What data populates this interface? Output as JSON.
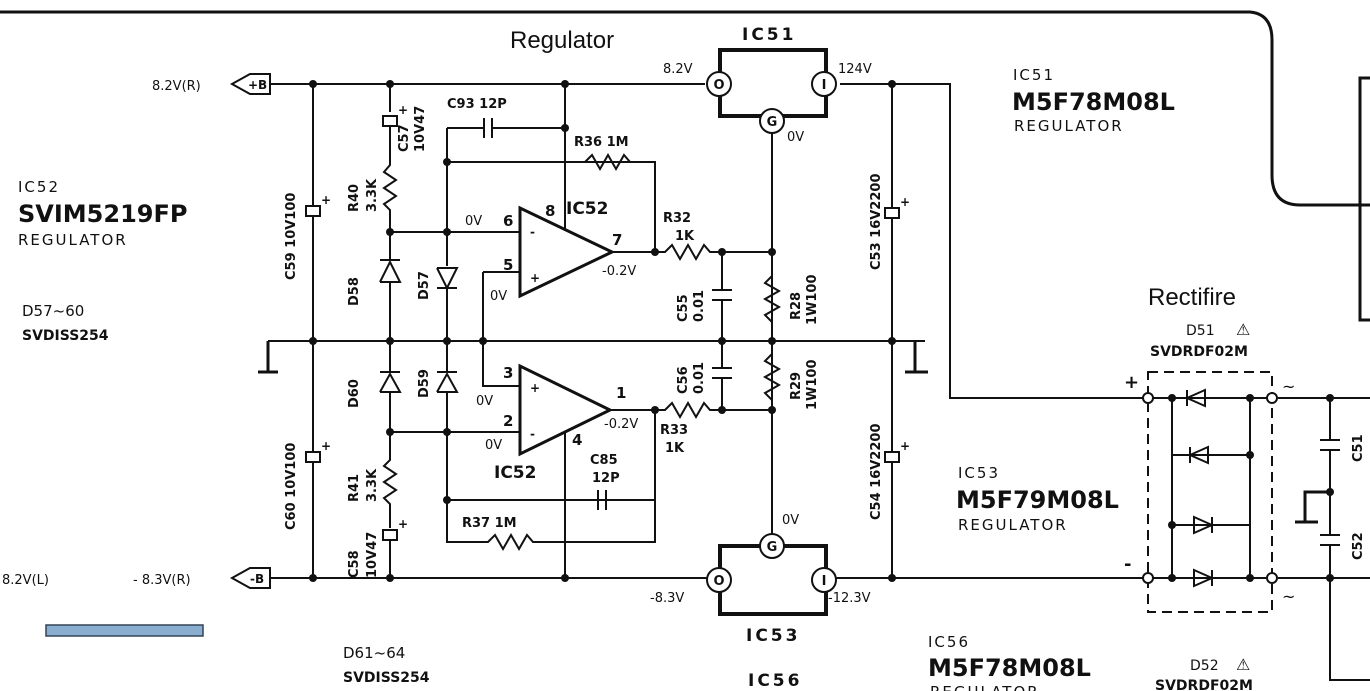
{
  "labels": {
    "regulator_title": "Regulator",
    "rectifire_title": "Rectifire",
    "ic51_top": "IC51",
    "ic53_bottom": "IC53",
    "ic56_bottom": "IC56",
    "v_82_in": "8.2V",
    "v_124": "124V",
    "v_0_ic51": "0V",
    "v_0_ic53": "0V",
    "v_m83": "-8.3V",
    "v_m123": "-12.3V",
    "v_0_pin6": "0V",
    "v_0_pin5": "0V",
    "v_0_pin3": "0V",
    "v_0_pin2": "0V",
    "v_m02_a": "-0.2V",
    "v_m02_b": "-0.2V",
    "pin8": "8",
    "pin6": "6",
    "pin5": "5",
    "pin7": "7",
    "pin3": "3",
    "pin2": "2",
    "pin1": "1",
    "pin4": "4",
    "ic52_upper": "IC52",
    "ic52_lower": "IC52",
    "c93": "C93  12P",
    "r36": "R36  1M",
    "r37": "R37  1M",
    "r32": "R32",
    "r32_val": "1K",
    "r33": "R33",
    "r33_val": "1K",
    "c85": "C85",
    "c85_val": "12P",
    "c55": "C55",
    "c55_val": "0.01",
    "c56": "C56",
    "c56_val": "0.01",
    "r28": "R28",
    "r28_val": "1W100",
    "r29": "R29",
    "r29_val": "1W100",
    "c57": "C57",
    "c57_val": "10V47",
    "c58": "C58",
    "c58_val": "10V47",
    "r40": "R40",
    "r40_val": "3.3K",
    "r41": "R41",
    "r41_val": "3.3K",
    "c59": "C59  10V100",
    "c60": "C60  10V100",
    "c53": "C53  16V2200",
    "c54": "C54  16V2200",
    "d58": "D58",
    "d57": "D57",
    "d60": "D60",
    "d59": "D59",
    "in_82r": "8.2V(R)",
    "in_82l": "8.2V(L)",
    "in_m83r": "- 8.3V(R)",
    "plus_b": "+B",
    "minus_b": "-B",
    "ic52_name": "IC52",
    "ic52_part": "SVIM5219FP",
    "ic52_desc": "REGULATOR",
    "d57_60": "D57~60",
    "d57_60_part": "SVDISS254",
    "d61_64": "D61~64",
    "d61_64_part": "SVDISS254",
    "ic51_name": "IC51",
    "ic51_part": "M5F78M08L",
    "ic51_desc": "REGULATOR",
    "ic53_name": "IC53",
    "ic53_part": "M5F79M08L",
    "ic53_desc": "REGULATOR",
    "ic56_name": "IC56",
    "ic56_part": "M5F78M08L",
    "ic56_desc": "REGULATOR",
    "d51": "D51",
    "d51_part": "SVDRDF02M",
    "d52": "D52",
    "d52_part": "SVDRDF02M",
    "c51": "C51",
    "c52": "C52",
    "pin_o": "O",
    "pin_i": "I",
    "pin_g": "G",
    "plus": "+",
    "minus": "-",
    "tilde": "~",
    "warn": "⚠"
  }
}
